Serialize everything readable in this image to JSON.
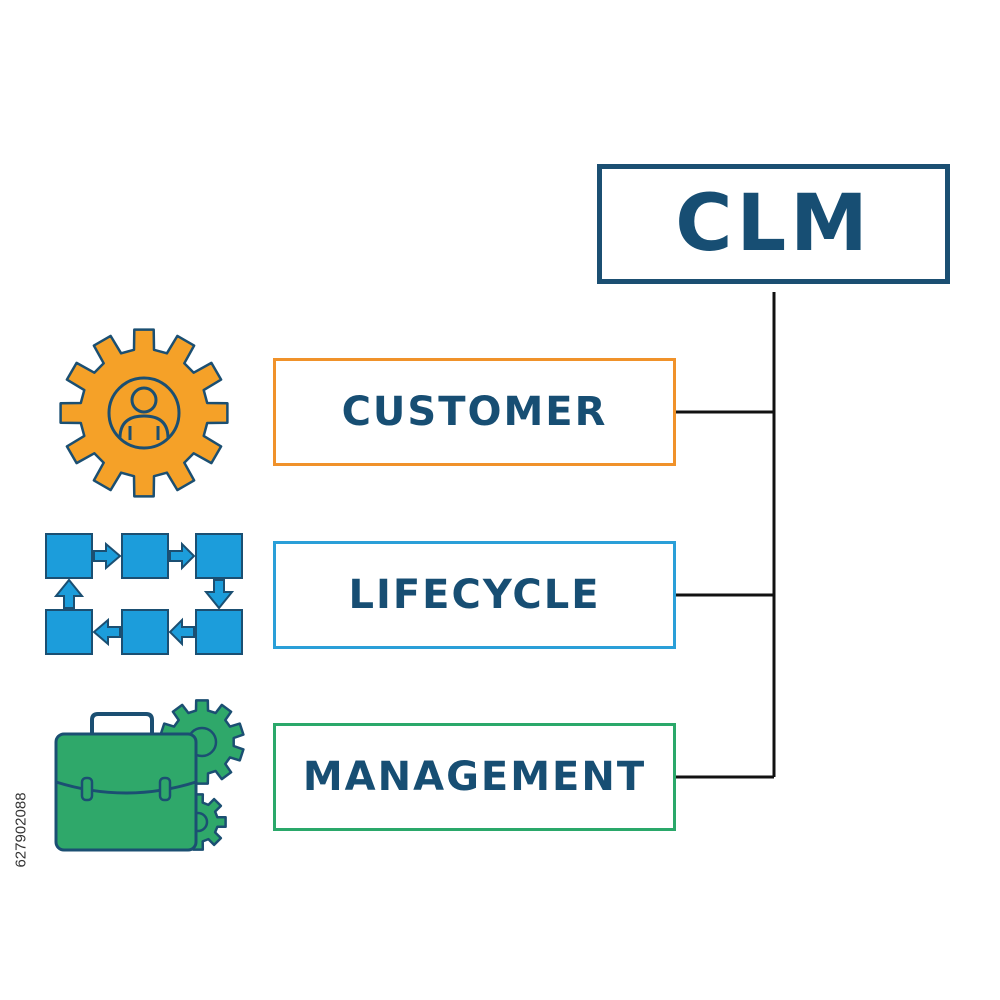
{
  "title": "CLM",
  "items": [
    {
      "label": "CUSTOMER",
      "border_color": "#f0922a",
      "icon": "customer-gear-icon"
    },
    {
      "label": "LIFECYCLE",
      "border_color": "#2a9fd8",
      "icon": "lifecycle-flow-icon"
    },
    {
      "label": "MANAGEMENT",
      "border_color": "#2aa86a",
      "icon": "briefcase-gear-icon"
    }
  ],
  "colors": {
    "text": "#174e73",
    "title_border": "#1b4f72",
    "connector": "#111111",
    "orange": "#f5a128",
    "blue": "#1c9ddb",
    "green": "#2fa86a"
  },
  "stock_id": "627902088"
}
